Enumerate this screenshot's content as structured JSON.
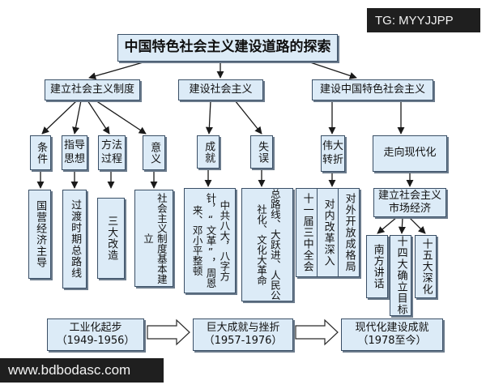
{
  "title": "中国特色社会主义建设道路的探索",
  "branches": {
    "b1": "建立社会主义制度",
    "b2": "建设社会主义",
    "b3": "建设中国特色社会主义"
  },
  "b1_children": {
    "c1": "条件",
    "c2": "指导思想",
    "c3": "方法过程",
    "c4": "意义",
    "d1": "国营经济主导",
    "d2": "过渡时期总路线",
    "d3": "三大改造",
    "d4": "社会主义制度基本建立"
  },
  "b2_children": {
    "c1": "成就",
    "c2": "失误",
    "d1": "中共八大，八字方针，“文革”，周恩来、邓小平整顿",
    "d2": "总路线、大跃进、人民公社化、文化大革命"
  },
  "b3_children": {
    "c1": "伟大转折",
    "c2": "走向现代化",
    "d1": "十一届三中全会",
    "d2": "对内改革深入",
    "d3": "对外开放成格局",
    "market": "建立社会主义市场经济",
    "e1": "南方讲话",
    "e2": "十四大确立目标",
    "e3": "十五大深化"
  },
  "timeline": {
    "t1_label": "工业化起步",
    "t1_years": "（1949-1956）",
    "t2_label": "巨大成就与挫折",
    "t2_years": "（1957-1976）",
    "t3_label": "现代化建设成就",
    "t3_years": "（1978至今）"
  },
  "watermarks": {
    "top": "TG: MYYJJPP",
    "bottom": "www.bdbodasc.com"
  }
}
